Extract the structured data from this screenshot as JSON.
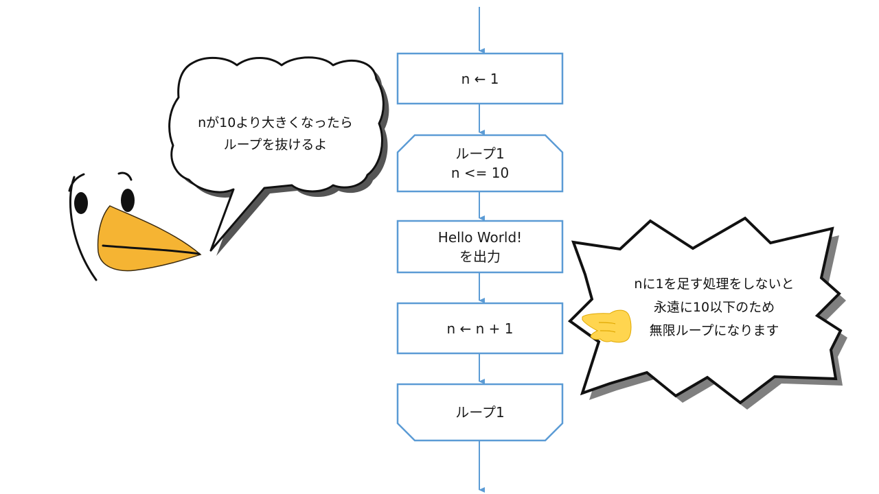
{
  "flowchart": {
    "init": "n ← 1",
    "loop_start": {
      "line1": "ループ1",
      "line2": "n <= 10"
    },
    "output": {
      "line1": "Hello World!",
      "line2": "を出力"
    },
    "increment": "n ← n + 1",
    "loop_end": "ループ1"
  },
  "bird_bubble": {
    "line1": "nが10より大きくなったら",
    "line2": "ループを抜けるよ"
  },
  "warning_bubble": {
    "line1": "nに1を足す処理をしないと",
    "line2": "永遠に10以下のため",
    "line3": "無限ループになります"
  },
  "colors": {
    "flow_stroke": "#5b9bd5",
    "beak": "#f5b433",
    "pointing_hand": "#ffd54f",
    "shadow": "#7f7f7f"
  },
  "icons": [
    "bird-character",
    "pointing-hand-icon"
  ]
}
